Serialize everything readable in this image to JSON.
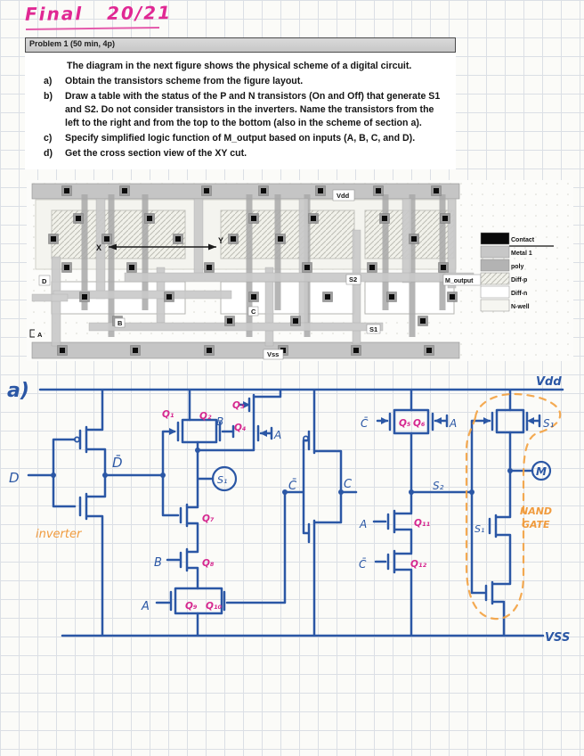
{
  "page": {
    "title": "Final 20/21"
  },
  "problem": {
    "header": "Problem 1 (50 min, 4p)",
    "intro": "The diagram in the next figure shows the physical scheme of a digital circuit.",
    "items": [
      {
        "marker": "a)",
        "text": "Obtain the transistors scheme from the figure layout."
      },
      {
        "marker": "b)",
        "text": "Draw a table with the status of the P and N transistors (On and Off)  that generate S1 and S2. Do not consider transistors in the inverters. Name the transistors from the left to the right and from the top to the bottom (also in the scheme of section a)."
      },
      {
        "marker": "c)",
        "text": "Specify simplified logic function of M_output based on inputs (A, B, C, and D)."
      },
      {
        "marker": "d)",
        "text": "Get the cross section view of the XY cut."
      }
    ]
  },
  "layout_figure": {
    "labels": {
      "vdd": "Vdd",
      "vss": "Vss",
      "s1": "S1",
      "s2": "S2",
      "m_output": "M_output",
      "d": "D",
      "a": "A",
      "b": "B",
      "c": "C",
      "x": "X",
      "y": "Y"
    },
    "legend": [
      {
        "name": "Contact"
      },
      {
        "name": "Metal 1"
      },
      {
        "name": "poly"
      },
      {
        "name": "Diff-p"
      },
      {
        "name": "Diff-n"
      },
      {
        "name": "N-well"
      }
    ]
  },
  "schematic": {
    "section_label": "a)",
    "vdd": "Vdd",
    "vss": "VSS",
    "inverter_note": "inverter",
    "nand_note_line1": "NAND",
    "nand_note_line2": "GATE",
    "nodes": {
      "d_bar": "D̄",
      "c_bar": "C̄",
      "c": "C",
      "s1_circle": "S₁",
      "s2": "S₂",
      "m": "M"
    },
    "inputs": {
      "d": "D",
      "a": "A",
      "b": "B",
      "c_bar": "C̄",
      "s1": "S₁"
    },
    "transistors": [
      "Q₁",
      "Q₂",
      "Q₃",
      "Q₄",
      "Q₅",
      "Q₆",
      "Q₇",
      "Q₈",
      "Q₉",
      "Q₁₀",
      "Q₁₁",
      "Q₁₂"
    ],
    "colors": {
      "ink_blue": "#2b57a5",
      "ink_pink": "#d6288f",
      "ink_orange": "#f09b3e"
    }
  }
}
